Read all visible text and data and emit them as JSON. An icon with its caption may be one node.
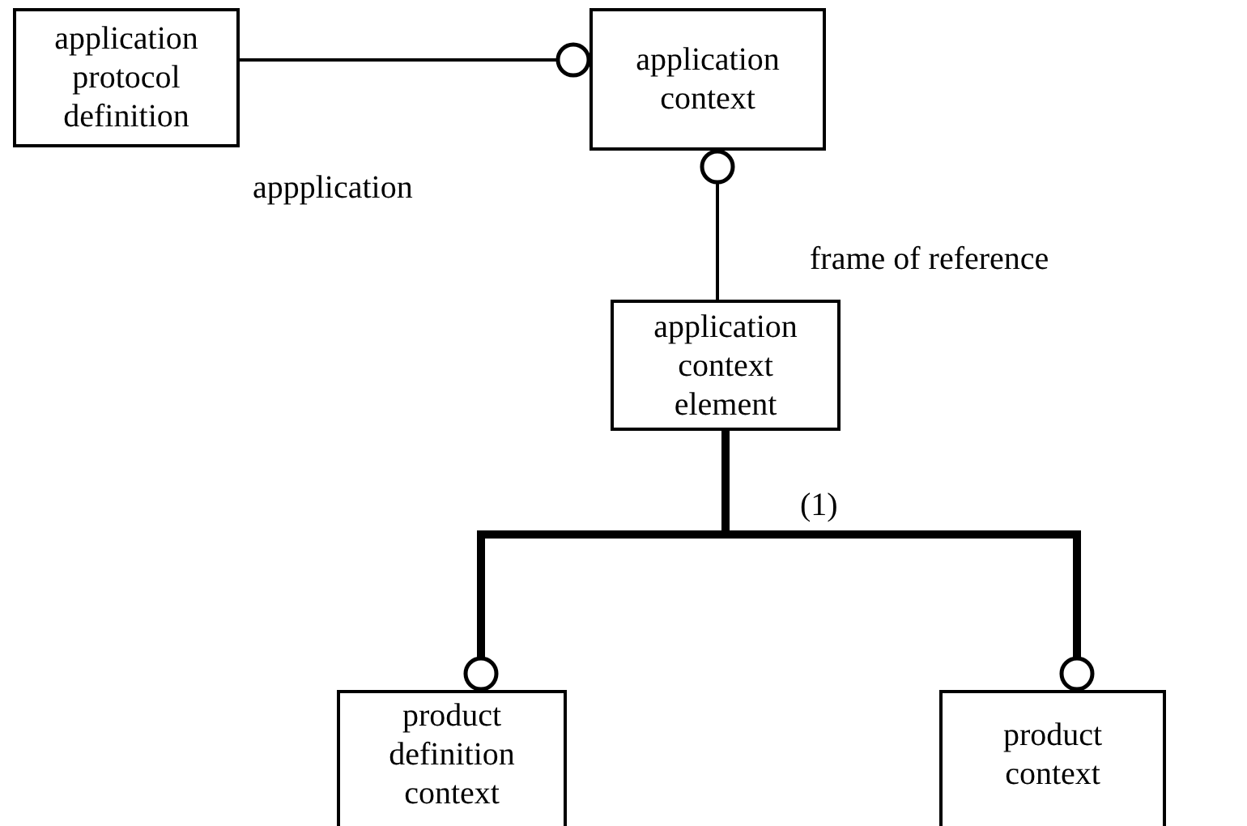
{
  "diagram": {
    "nodes": [
      {
        "text": [
          "application protocol definition"
        ]
      },
      {
        "text": [
          "application context"
        ]
      },
      {
        "text": [
          "application context element"
        ]
      },
      {
        "text": [
          "product definition context"
        ]
      },
      {
        "text": [
          "product context"
        ]
      }
    ],
    "edges": [
      {
        "from": 0,
        "to": 1,
        "arrow": "other",
        "label": "appplication"
      },
      {
        "from": 2,
        "to": 1,
        "arrow": "other",
        "label": "frame of reference"
      },
      {
        "from": 2,
        "to": 3,
        "arrow": "other",
        "style": "thick"
      },
      {
        "from": 2,
        "to": 4,
        "arrow": "other",
        "style": "thick"
      }
    ],
    "labels": [
      "(1)"
    ]
  }
}
